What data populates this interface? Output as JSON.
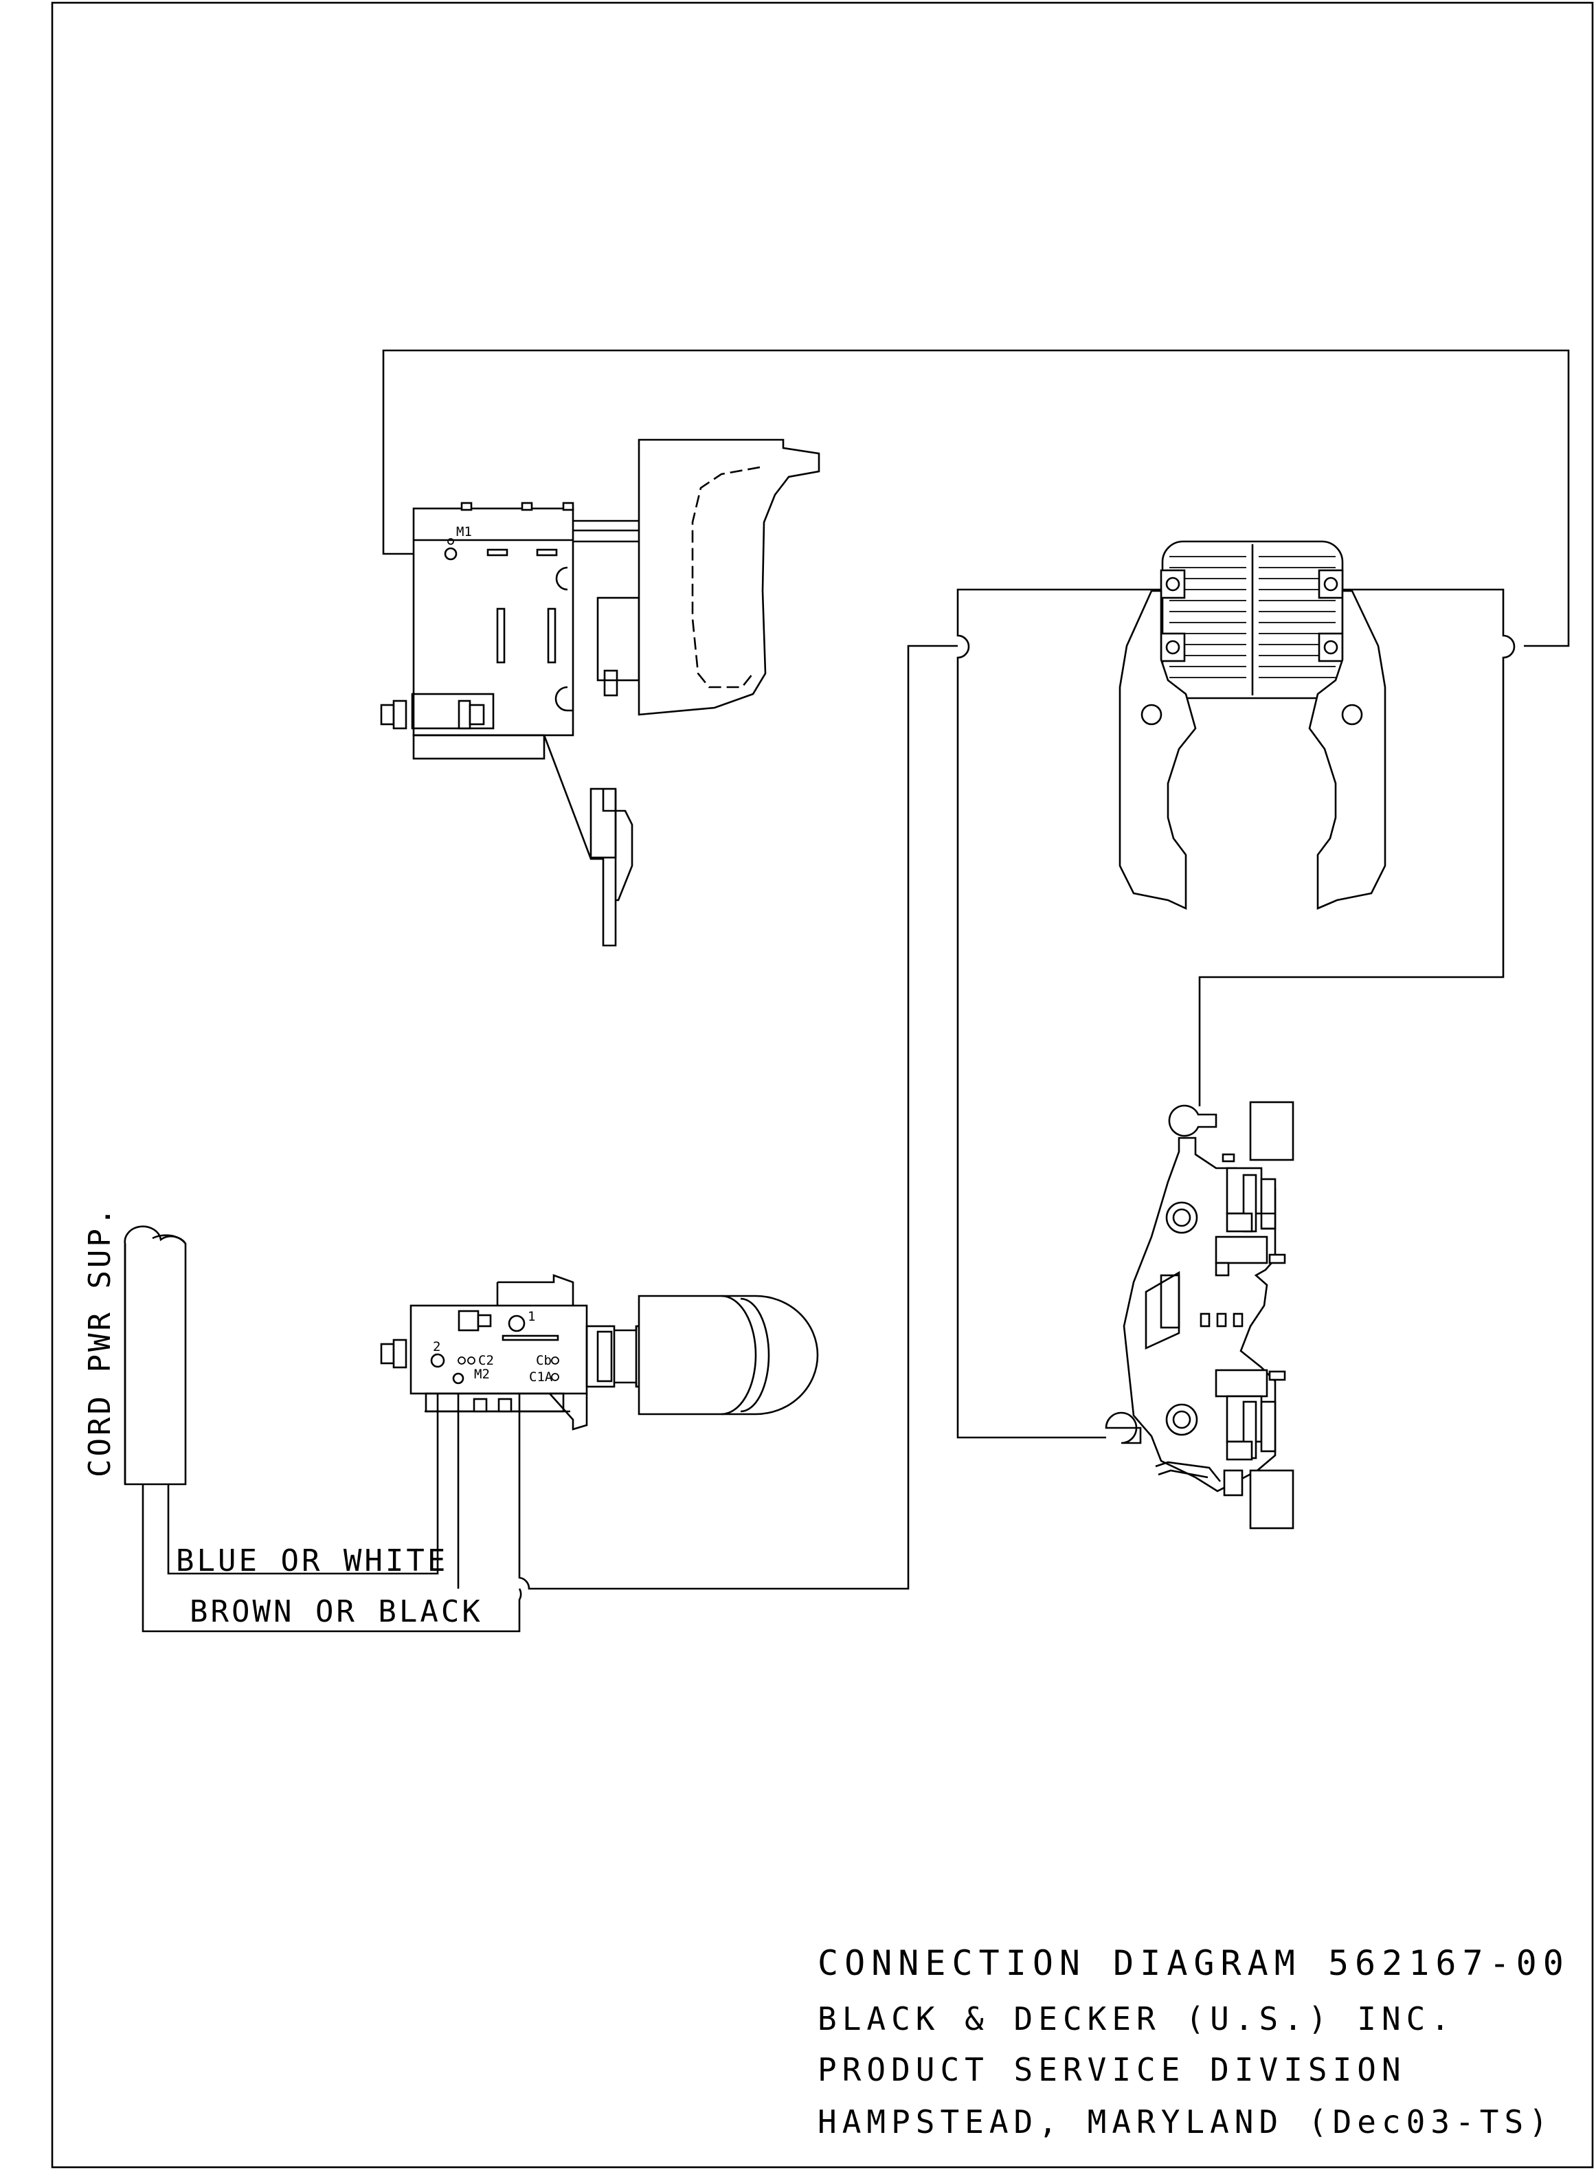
{
  "labels": {
    "cord": "CORD PWR SUP.",
    "wire_blue": "BLUE OR WHITE",
    "wire_brown": "BROWN OR BLACK"
  },
  "trigger_switch": {
    "terminal": "M1"
  },
  "reversing_switch": {
    "terminals": [
      "1",
      "2",
      "C2",
      "M2",
      "Cb",
      "C1A"
    ]
  },
  "title_block": {
    "line1": "CONNECTION DIAGRAM 562167-00",
    "line2": "BLACK & DECKER (U.S.) INC.",
    "line3": "PRODUCT SERVICE DIVISION",
    "line4": "HAMPSTEAD, MARYLAND (Dec03-TS)"
  }
}
